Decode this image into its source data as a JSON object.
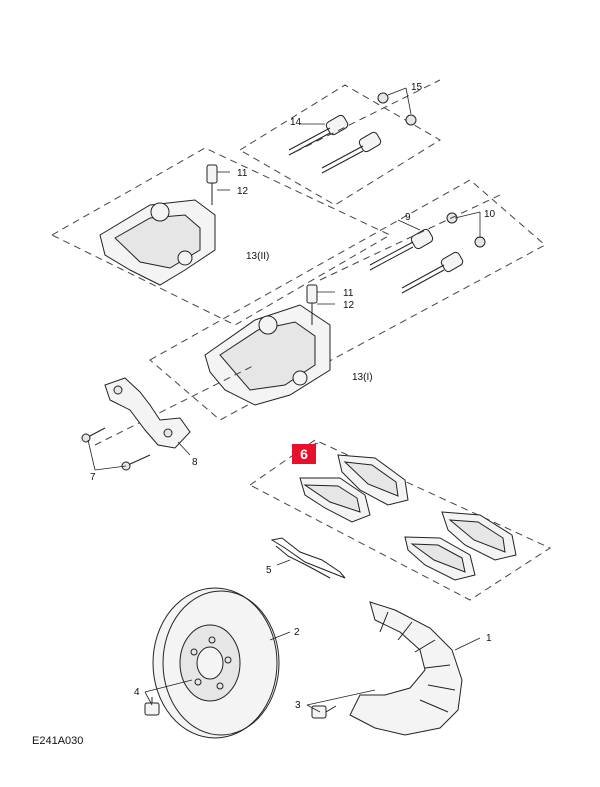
{
  "diagram": {
    "figure_code": "E241A030",
    "highlight_color": "#e8102a",
    "callouts": {
      "c1": "1",
      "c2": "2",
      "c3": "3",
      "c4": "4",
      "c5": "5",
      "c6": "6",
      "c7": "7",
      "c8": "8",
      "c9": "9",
      "c10": "10",
      "c11a": "11",
      "c11b": "11",
      "c12a": "12",
      "c12b": "12",
      "c13_ii": "13(II)",
      "c13_i": "13(I)",
      "c14": "14",
      "c15": "15"
    }
  }
}
